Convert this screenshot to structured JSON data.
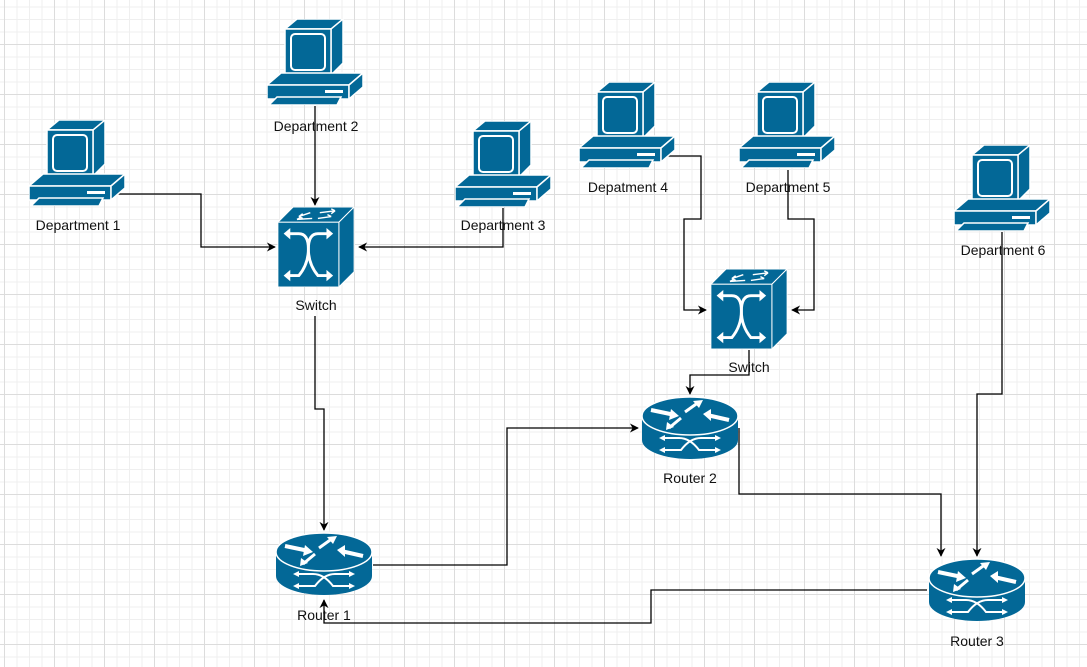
{
  "diagram": {
    "type": "network-topology",
    "icon_color": "#036897",
    "edge_color": "#000000",
    "nodes": [
      {
        "id": "dept1",
        "kind": "computer",
        "label": "Department 1"
      },
      {
        "id": "dept2",
        "kind": "computer",
        "label": "Department 2"
      },
      {
        "id": "dept3",
        "kind": "computer",
        "label": "Department 3"
      },
      {
        "id": "dept4",
        "kind": "computer",
        "label": "Depatment 4"
      },
      {
        "id": "dept5",
        "kind": "computer",
        "label": "Department 5"
      },
      {
        "id": "dept6",
        "kind": "computer",
        "label": "Department 6"
      },
      {
        "id": "switch1",
        "kind": "switch",
        "label": "Switch"
      },
      {
        "id": "switch2",
        "kind": "switch",
        "label": "Switch"
      },
      {
        "id": "router1",
        "kind": "router",
        "label": "Router 1"
      },
      {
        "id": "router2",
        "kind": "router",
        "label": "Router 2"
      },
      {
        "id": "router3",
        "kind": "router",
        "label": "Router 3"
      }
    ],
    "edges": [
      {
        "from": "dept1",
        "to": "switch1"
      },
      {
        "from": "dept2",
        "to": "switch1"
      },
      {
        "from": "dept3",
        "to": "switch1"
      },
      {
        "from": "dept4",
        "to": "switch2"
      },
      {
        "from": "dept5",
        "to": "switch2"
      },
      {
        "from": "switch1",
        "to": "router1"
      },
      {
        "from": "switch2",
        "to": "router2"
      },
      {
        "from": "router1",
        "to": "router2"
      },
      {
        "from": "router2",
        "to": "router3"
      },
      {
        "from": "dept6",
        "to": "router3"
      },
      {
        "from": "router3",
        "to": "router1"
      }
    ]
  }
}
